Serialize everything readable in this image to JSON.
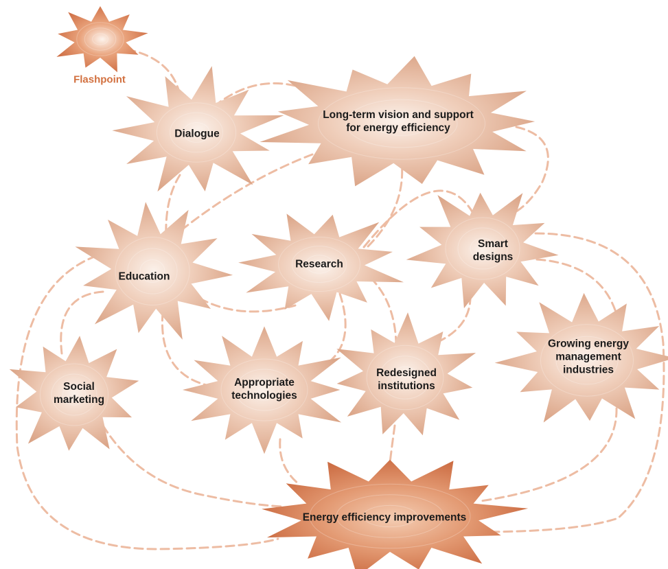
{
  "diagram": {
    "colors": {
      "star_light_center": "#fbf1ea",
      "star_light_edge": "#dba68a",
      "star_dark_center": "#f2c7ab",
      "star_dark_edge": "#cd6e45",
      "connector": "#edbca3",
      "label": "#1a1a1a",
      "flashpoint_label": "#d2703f"
    },
    "nodes": {
      "flashpoint": {
        "label": "Flashpoint"
      },
      "dialogue": {
        "label": "Dialogue"
      },
      "vision": {
        "label": "Long-term vision and support\nfor energy efficiency"
      },
      "education": {
        "label": "Education"
      },
      "research": {
        "label": "Research"
      },
      "smart_designs": {
        "label": "Smart\ndesigns"
      },
      "social_marketing": {
        "label": "Social\nmarketing"
      },
      "appropriate_technologies": {
        "label": "Appropriate\ntechnologies"
      },
      "redesigned_institutions": {
        "label": "Redesigned\ninstitutions"
      },
      "growing_industries": {
        "label": "Growing energy\nmanagement\nindustries"
      },
      "improvements": {
        "label": "Energy efficiency improvements"
      }
    }
  }
}
